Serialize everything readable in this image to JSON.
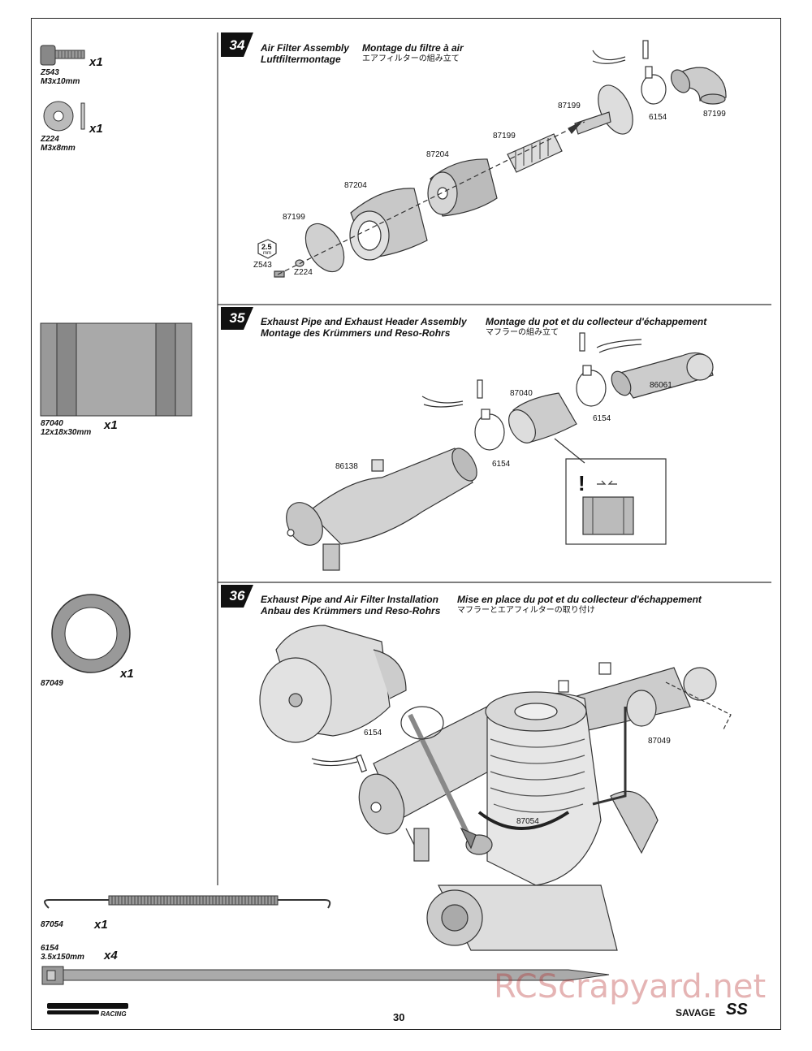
{
  "sidebar": {
    "z543": {
      "code": "Z543",
      "size": "M3x10mm",
      "qty": "x1"
    },
    "z224": {
      "code": "Z224",
      "size": "M3x8mm",
      "qty": "x1"
    },
    "p87040": {
      "code": "87040",
      "size": "12x18x30mm",
      "qty": "x1"
    },
    "p87049": {
      "code": "87049",
      "qty": "x1"
    },
    "p87054": {
      "code": "87054",
      "qty": "x1"
    },
    "p6154": {
      "code": "6154",
      "size": "3.5x150mm",
      "qty": "x4"
    }
  },
  "steps": [
    {
      "number": "34",
      "title_en": "Air Filter Assembly",
      "title_fr": "Montage du filtre à air",
      "title_de": "Luftfiltermontage",
      "title_jp": "エアフィルターの組み立て",
      "labels": {
        "a": "87199",
        "b": "87204",
        "c": "87204",
        "d": "87199",
        "e": "87199",
        "f": "87199",
        "g": "6154",
        "z543": "Z543",
        "z224": "Z224",
        "wrench": "2.5",
        "wrench_unit": "mm"
      }
    },
    {
      "number": "35",
      "title_en": "Exhaust Pipe and Exhaust Header Assembly",
      "title_fr": "Montage du pot et du collecteur d'échappement",
      "title_de": "Montage des Krümmers und Reso-Rohrs",
      "title_jp": "マフラーの組み立て",
      "labels": {
        "a": "87040",
        "b": "86061",
        "c": "6154",
        "d": "6154",
        "e": "86138"
      }
    },
    {
      "number": "36",
      "title_en": "Exhaust Pipe and Air Filter Installation",
      "title_fr": "Mise en place du pot et du collecteur d'échappement",
      "title_de": "Anbau des Krümmers und Reso-Rohrs",
      "title_jp": "マフラーとエアフィルターの取り付け",
      "labels": {
        "a": "6154",
        "b": "87049",
        "c": "87054"
      }
    }
  ],
  "footer": {
    "page": "30",
    "brand": "SAVAGE",
    "model": "SS",
    "hpi_sub": "RACING",
    "watermark": "RCScrapyard.net"
  }
}
